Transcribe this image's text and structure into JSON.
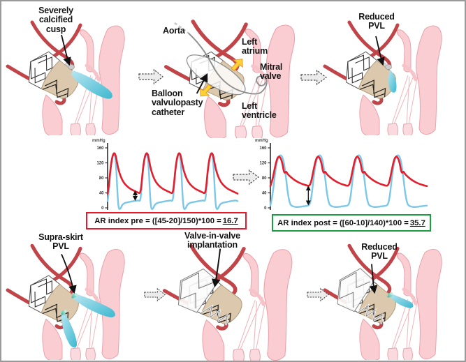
{
  "panels": {
    "top_left": {
      "label": "Severely calcified cusp"
    },
    "top_middle": {
      "aorta": "Aorta",
      "left_atrium": "Left atrium",
      "mitral_valve": "Mitral valve",
      "balloon_catheter": "Balloon valvulopasty catheter",
      "left_ventricle": "Left ventricle"
    },
    "top_right": {
      "label": "Reduced PVL"
    },
    "bottom_left": {
      "label": "Supra-skirt PVL"
    },
    "bottom_middle": {
      "label": "Valve-in-valve implantation"
    },
    "bottom_right": {
      "label": "Reduced PVL"
    }
  },
  "formulas": {
    "pre": {
      "prefix": "AR index pre = ([45-20]/150)*100 = ",
      "result": "16.7",
      "border_color": "#e8192c"
    },
    "post": {
      "prefix": "AR index post = ([60-10]/140)*100 = ",
      "result": "35.7",
      "border_color": "#1a9e40"
    }
  },
  "chart_data": [
    {
      "type": "line",
      "id": "pre",
      "title": "",
      "xlabel": "",
      "ylabel": "mmHg",
      "ylim": [
        0,
        160
      ],
      "yticks": [
        0,
        40,
        80,
        120,
        160
      ],
      "grid": false,
      "beats": 4,
      "series": [
        {
          "name": "left-ventricular-pressure",
          "color": "#7cc7e8",
          "width": 2.4,
          "beat": [
            [
              0,
              18
            ],
            [
              0.03,
              35
            ],
            [
              0.07,
              85
            ],
            [
              0.12,
              122
            ],
            [
              0.17,
              141
            ],
            [
              0.21,
              146
            ],
            [
              0.24,
              134
            ],
            [
              0.27,
              100
            ],
            [
              0.3,
              45
            ],
            [
              0.33,
              5
            ],
            [
              0.36,
              -4
            ],
            [
              0.4,
              -2
            ],
            [
              0.45,
              8
            ],
            [
              0.52,
              13
            ],
            [
              0.62,
              15
            ],
            [
              0.74,
              17
            ],
            [
              0.86,
              19
            ],
            [
              0.95,
              20
            ],
            [
              1,
              18
            ]
          ]
        },
        {
          "name": "aortic-pressure",
          "color": "#e31e2d",
          "width": 2.6,
          "beat": [
            [
              0,
              38
            ],
            [
              0.04,
              58
            ],
            [
              0.08,
              98
            ],
            [
              0.13,
              130
            ],
            [
              0.17,
              143
            ],
            [
              0.21,
              147
            ],
            [
              0.25,
              140
            ],
            [
              0.29,
              121
            ],
            [
              0.34,
              100
            ],
            [
              0.41,
              82
            ],
            [
              0.49,
              68
            ],
            [
              0.59,
              58
            ],
            [
              0.71,
              50
            ],
            [
              0.83,
              45
            ],
            [
              0.93,
              41
            ],
            [
              1,
              38
            ]
          ]
        }
      ],
      "annotation": {
        "kind": "double_arrow",
        "x_beats": 0.85,
        "from_mmHg": 20,
        "to_mmHg": 45
      }
    },
    {
      "type": "line",
      "id": "post",
      "title": "",
      "xlabel": "",
      "ylabel": "mmHg",
      "ylim": [
        0,
        160
      ],
      "yticks": [
        0,
        40,
        80,
        120,
        160
      ],
      "grid": false,
      "beats": 4,
      "series": [
        {
          "name": "left-ventricular-pressure",
          "color": "#7cc7e8",
          "width": 2.4,
          "beat": [
            [
              0,
              6
            ],
            [
              0.05,
              28
            ],
            [
              0.1,
              75
            ],
            [
              0.15,
              115
            ],
            [
              0.2,
              135
            ],
            [
              0.25,
              141
            ],
            [
              0.3,
              138
            ],
            [
              0.35,
              120
            ],
            [
              0.4,
              80
            ],
            [
              0.45,
              35
            ],
            [
              0.5,
              10
            ],
            [
              0.56,
              4
            ],
            [
              0.66,
              2
            ],
            [
              0.78,
              3
            ],
            [
              0.9,
              5
            ],
            [
              1,
              6
            ]
          ]
        },
        {
          "name": "aortic-pressure",
          "color": "#e31e2d",
          "width": 2.6,
          "beat": [
            [
              0,
              58
            ],
            [
              0.05,
              72
            ],
            [
              0.1,
              100
            ],
            [
              0.16,
              128
            ],
            [
              0.21,
              138
            ],
            [
              0.26,
              134
            ],
            [
              0.31,
              118
            ],
            [
              0.34,
              98
            ],
            [
              0.37,
              92
            ],
            [
              0.4,
              98
            ],
            [
              0.44,
              90
            ],
            [
              0.5,
              84
            ],
            [
              0.58,
              77
            ],
            [
              0.68,
              70
            ],
            [
              0.8,
              64
            ],
            [
              0.92,
              60
            ],
            [
              1,
              58
            ]
          ]
        }
      ],
      "annotation": {
        "kind": "double_arrow",
        "x_beats": 0.97,
        "from_mmHg": 8,
        "to_mmHg": 58
      }
    }
  ],
  "colors": {
    "aortic_trace": "#e31e2d",
    "lv_trace": "#7cc7e8",
    "pvl_jet_light": "#b9e6f2",
    "pvl_jet_dark": "#3eb8cf",
    "heart_wall": "#f9cdd1",
    "aorta_wall": "#c14449",
    "valve_skirt": "#dbc8ad",
    "balloon_arrow_yellow": "#ffd234"
  }
}
